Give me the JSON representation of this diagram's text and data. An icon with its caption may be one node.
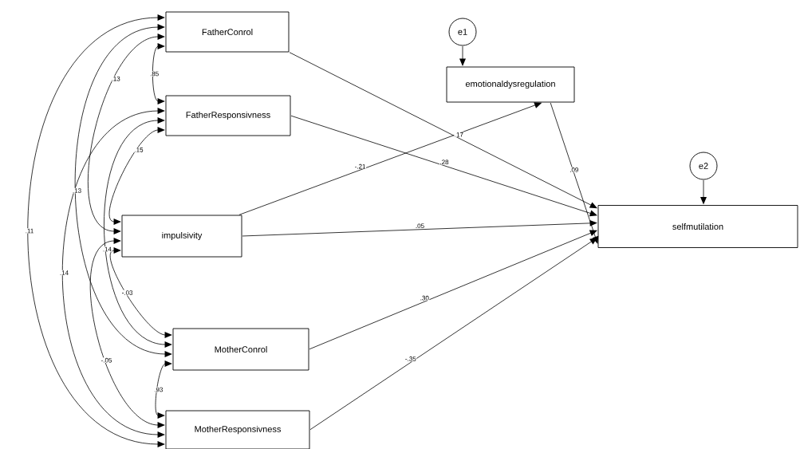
{
  "diagram": {
    "nodes": [
      {
        "text": [
          "FatherConrol"
        ]
      },
      {
        "text": [
          "FatherResponsivness"
        ]
      },
      {
        "text": [
          "impulsivity"
        ]
      },
      {
        "text": [
          "MotherConrol"
        ]
      },
      {
        "text": [
          "MotherResponsivness"
        ]
      },
      {
        "text": [
          "emotionaldysregulation"
        ]
      },
      {
        "text": [
          "selfmutilation"
        ]
      },
      {
        "text": [
          "e1"
        ]
      },
      {
        "text": [
          "e2"
        ]
      }
    ],
    "edges": [
      {
        "from": 0,
        "to": 1,
        "arrow": "both",
        "label": ".85"
      },
      {
        "from": 0,
        "to": 2,
        "arrow": "both",
        "label": ".13"
      },
      {
        "from": 0,
        "to": 3,
        "arrow": "both",
        "label": ".13"
      },
      {
        "from": 0,
        "to": 4,
        "arrow": "both",
        "label": ".11"
      },
      {
        "from": 1,
        "to": 2,
        "arrow": "both",
        "label": ".15"
      },
      {
        "from": 1,
        "to": 3,
        "arrow": "both",
        "label": ".14"
      },
      {
        "from": 1,
        "to": 4,
        "arrow": "both",
        "label": ".14"
      },
      {
        "from": 2,
        "to": 3,
        "arrow": "both",
        "label": "-.03"
      },
      {
        "from": 2,
        "to": 4,
        "arrow": "both",
        "label": "-.05"
      },
      {
        "from": 3,
        "to": 4,
        "arrow": "both",
        "label": ".93"
      },
      {
        "from": 0,
        "to": 6,
        "arrow": "to",
        "label": ".17"
      },
      {
        "from": 1,
        "to": 6,
        "arrow": "to",
        "label": ".28"
      },
      {
        "from": 2,
        "to": 5,
        "arrow": "to",
        "label": "-.21"
      },
      {
        "from": 2,
        "to": 6,
        "arrow": "to",
        "label": ".05"
      },
      {
        "from": 3,
        "to": 6,
        "arrow": "to",
        "label": ".30"
      },
      {
        "from": 4,
        "to": 6,
        "arrow": "to",
        "label": "-.35"
      },
      {
        "from": 5,
        "to": 6,
        "arrow": "to",
        "label": ".09"
      },
      {
        "from": 7,
        "to": 5,
        "arrow": "to"
      },
      {
        "from": 8,
        "to": 6,
        "arrow": "to"
      }
    ]
  }
}
